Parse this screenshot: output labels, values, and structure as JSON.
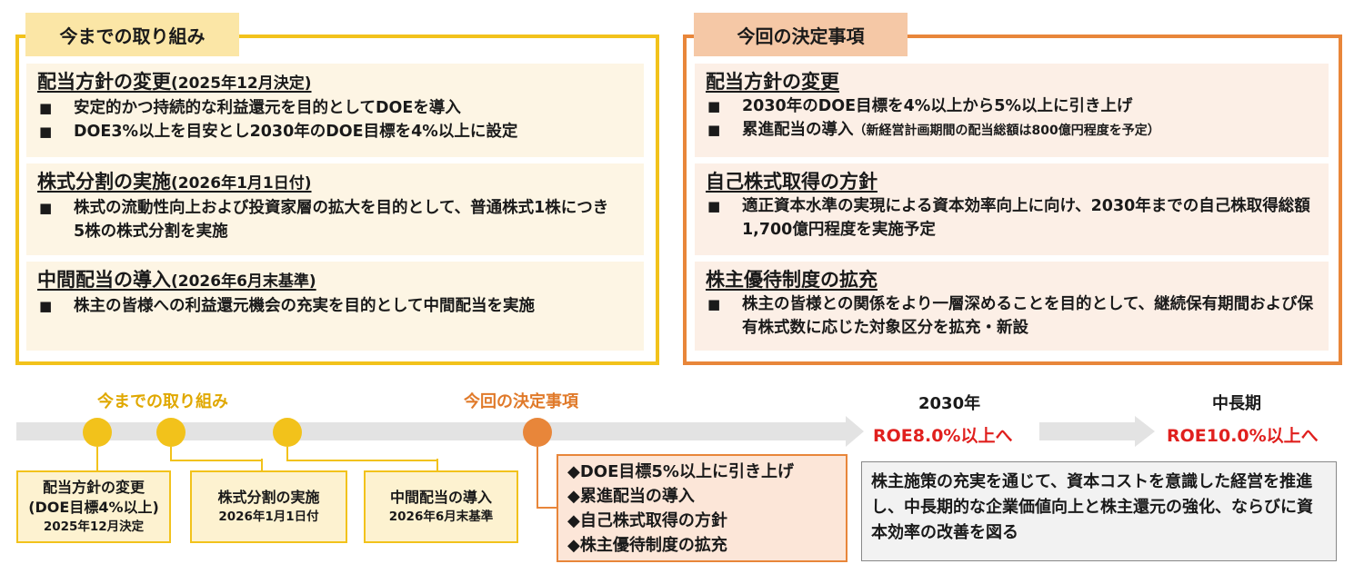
{
  "past": {
    "tab": "今までの取り組み",
    "cards": [
      {
        "title": "配当方針の変更",
        "sub": "(2025年12月決定)",
        "bullets": [
          "安定的かつ持続的な利益還元を目的としてDOEを導入",
          "DOE3%以上を目安とし2030年のDOE目標を4%以上に設定"
        ]
      },
      {
        "title": "株式分割の実施",
        "sub": "(2026年1月1日付)",
        "bullets": [
          "株式の流動性向上および投資家層の拡大を目的として、普通株式1株につき5株の株式分割を実施"
        ]
      },
      {
        "title": "中間配当の導入",
        "sub": "(2026年6月末基準)",
        "bullets": [
          "株主の皆様への利益還元機会の充実を目的として中間配当を実施"
        ]
      }
    ]
  },
  "current": {
    "tab": "今回の決定事項",
    "cards": [
      {
        "title": "配当方針の変更",
        "bullets": [
          {
            "main": "2030年のDOE目標を4%以上から5%以上に引き上げ",
            "note": ""
          },
          {
            "main": "累進配当の導入",
            "note": "（新経営計画期間の配当総額は800億円程度を予定）"
          }
        ]
      },
      {
        "title": "自己株式取得の方針",
        "bullets": [
          {
            "main": "適正資本水準の実現による資本効率向上に向け、2030年までの自己株取得総額1,700億円程度を実施予定",
            "note": ""
          }
        ]
      },
      {
        "title": "株主優待制度の拡充",
        "bullets": [
          {
            "main": "株主の皆様との関係をより一層深めることを目的として、継続保有期間および保有株式数に応じた対象区分を拡充・新設",
            "note": ""
          }
        ]
      }
    ]
  },
  "timeline": {
    "label_past": "今までの取り組み",
    "label_current": "今回の決定事項",
    "label_2030": "2030年",
    "label_mid": "中長期",
    "roe_2030": "ROE8.0%以上へ",
    "roe_mid": "ROE10.0%以上へ",
    "past_boxes": [
      {
        "line1": "配当方針の変更",
        "line1b": "(DOE目標4%以上)",
        "line2": "2025年12月決定"
      },
      {
        "line1": "株式分割の実施",
        "line1b": "",
        "line2": "2026年1月1日付"
      },
      {
        "line1": "中間配当の導入",
        "line1b": "",
        "line2": "2026年6月末基準"
      }
    ],
    "current_items": [
      "◆DOE目標5%以上に引き上げ",
      "◆累進配当の導入",
      "◆自己株式取得の方針",
      "◆株主優待制度の拡充"
    ],
    "summary": "株主施策の充実を通じて、資本コストを意識した経営を推進し、中長期的な企業価値向上と株主還元の強化、ならびに資本効率の改善を図る"
  },
  "colors": {
    "yellow": "#f2c21b",
    "orange": "#e8863a",
    "red": "#e0201e"
  }
}
